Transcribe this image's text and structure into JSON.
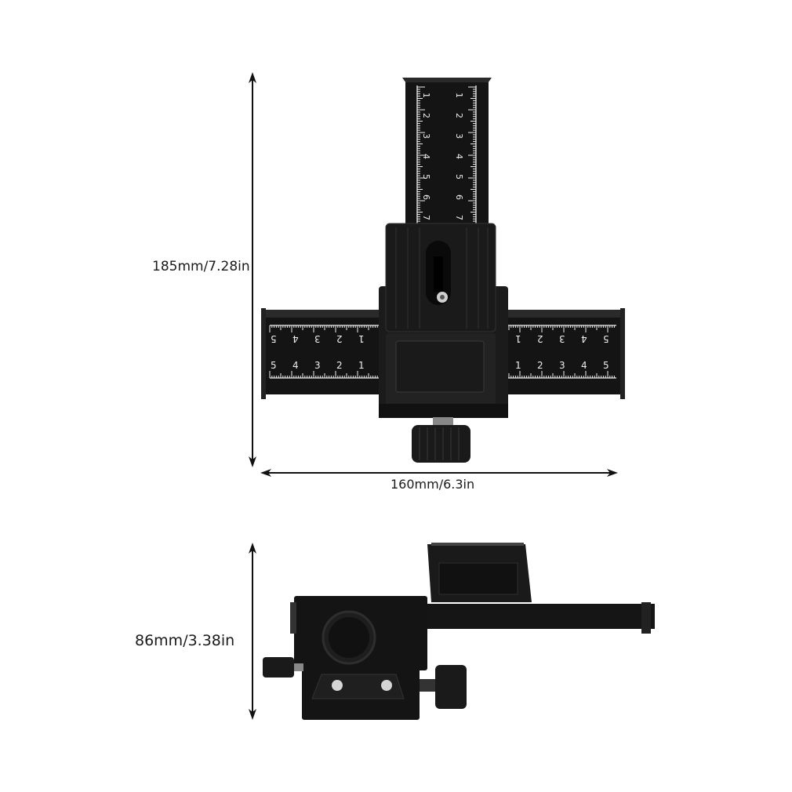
{
  "diagram": {
    "top_view": {
      "height_label": "185mm/7.28in",
      "width_label": "160mm/6.3in",
      "vertical_rail_scale": {
        "left_column": [
          "1",
          "2",
          "3",
          "4",
          "5",
          "6",
          "7"
        ],
        "right_column": [
          "1",
          "2",
          "3",
          "4",
          "5",
          "6",
          "7"
        ]
      },
      "left_rail_scale": {
        "top_row": [
          "5",
          "4",
          "3",
          "2",
          "1"
        ],
        "bottom_row": [
          "5",
          "4",
          "3",
          "2",
          "1"
        ]
      },
      "right_rail_scale": {
        "top_row": [
          "1",
          "2",
          "3",
          "4",
          "5"
        ],
        "bottom_row": [
          "1",
          "2",
          "3",
          "4",
          "5"
        ]
      }
    },
    "side_view": {
      "height_label": "86mm/3.38in"
    },
    "colors": {
      "background": "#ffffff",
      "product_body": "#141414",
      "product_highlight": "#2a2a2a",
      "scale_marks": "#f2f2f2",
      "dimension_line": "#111111",
      "label_text": "#1a1a1a"
    }
  }
}
